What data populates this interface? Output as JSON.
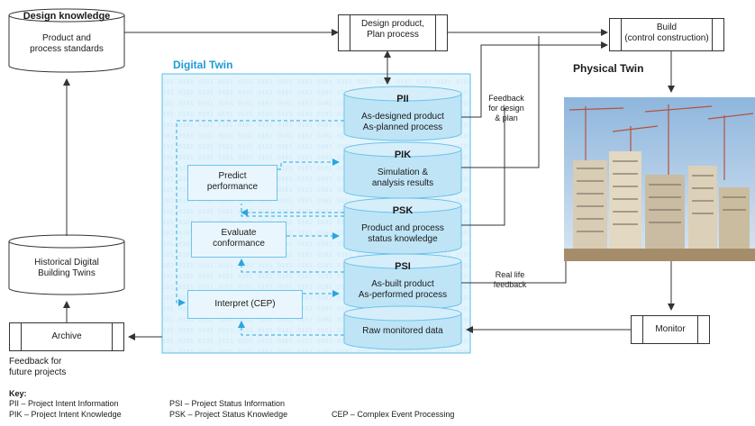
{
  "colors": {
    "twin_border": "#5bbde8",
    "twin_fill": "#e3f4fc",
    "cylinder_fill": "#bfe4f6",
    "cylinder_top": "#d6eefa",
    "arrow_blue": "#29a6de",
    "line_dark": "#333333"
  },
  "diagram": {
    "design_knowledge": {
      "title": "Design knowledge",
      "body_line1": "Product and",
      "body_line2": "process standards"
    },
    "design_product": {
      "line1": "Design product,",
      "line2": "Plan process"
    },
    "build": {
      "line1": "Build",
      "line2": "(control construction)"
    },
    "digital_twin_label": "Digital Twin",
    "physical_twin_label": "Physical Twin",
    "pii": {
      "title": "PII",
      "line1": "As-designed product",
      "line2": "As-planned process"
    },
    "pik": {
      "title": "PIK",
      "line1": "Simulation &",
      "line2": "analysis results"
    },
    "psk": {
      "title": "PSK",
      "line1": "Product and process",
      "line2": "status knowledge"
    },
    "psi": {
      "title": "PSI",
      "line1": "As-built product",
      "line2": "As-performed process"
    },
    "raw": {
      "line1": "Raw monitored data"
    },
    "predict": {
      "line1": "Predict",
      "line2": "performance"
    },
    "evaluate": {
      "line1": "Evaluate",
      "line2": "conformance"
    },
    "interpret": {
      "line1": "Interpret (CEP)"
    },
    "feedback_design": {
      "line1": "Feedback",
      "line2": "for design",
      "line3": "& plan"
    },
    "real_life": {
      "line1": "Real life",
      "line2": "feedback"
    },
    "historical": {
      "line1": "Historical Digital",
      "line2": "Building Twins"
    },
    "archive": {
      "line1": "Archive"
    },
    "feedback_future": {
      "line1": "Feedback for",
      "line2": "future projects"
    },
    "monitor": {
      "line1": "Monitor"
    },
    "photo_icon": "construction-site-photo"
  },
  "key": {
    "title": "Key:",
    "pii": "PII – Project Intent Information",
    "pik": "PIK – Project Intent Knowledge",
    "psi": "PSI – Project Status Information",
    "psk": "PSK – Project Status Knowledge",
    "cep": "CEP – Complex Event Processing"
  }
}
